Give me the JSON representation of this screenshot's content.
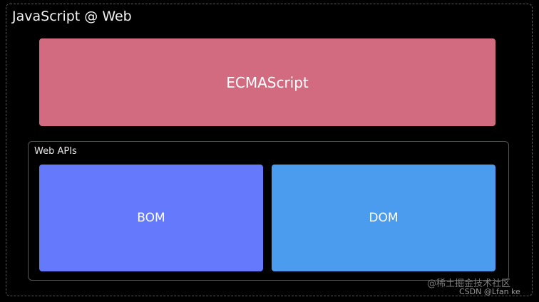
{
  "diagram": {
    "title": "JavaScript @ Web",
    "top_block": {
      "label": "ECMAScript",
      "color": "#d36b80"
    },
    "group": {
      "label": "Web APIs",
      "blocks": [
        {
          "label": "BOM",
          "color": "#6479fb"
        },
        {
          "label": "DOM",
          "color": "#4b9bef"
        }
      ]
    }
  },
  "watermarks": {
    "primary": "@稀土掘金技术社区",
    "secondary": "CSDN @Lfan ke"
  }
}
